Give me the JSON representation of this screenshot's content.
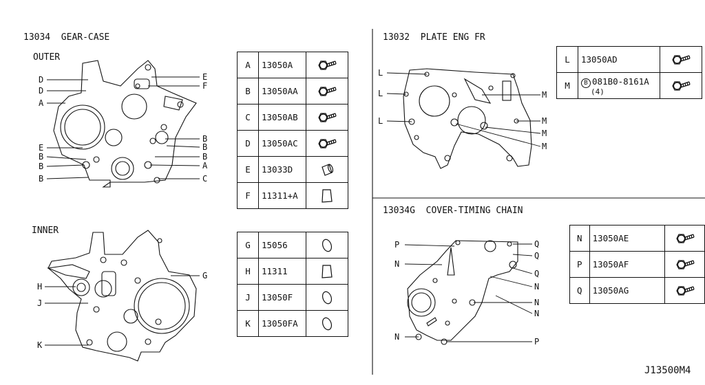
{
  "sections": {
    "gear_case": {
      "code": "13034",
      "name": "GEAR-CASE",
      "outer": "OUTER",
      "inner": "INNER"
    },
    "plate": {
      "code": "13032",
      "name": "PLATE ENG FR"
    },
    "cover": {
      "code": "13034G",
      "name": "COVER-TIMING CHAIN"
    }
  },
  "diagram_code": "J13500M4",
  "parts": {
    "table1": [
      {
        "key": "A",
        "num": "13050A",
        "icon": "bolt-icon"
      },
      {
        "key": "B",
        "num": "13050AA",
        "icon": "bolt-icon"
      },
      {
        "key": "C",
        "num": "13050AB",
        "icon": "bolt-icon"
      },
      {
        "key": "D",
        "num": "13050AC",
        "icon": "bolt-icon"
      },
      {
        "key": "E",
        "num": "13033D",
        "icon": "dowel-pin-icon"
      },
      {
        "key": "F",
        "num": "11311+A",
        "icon": "gasket-icon"
      }
    ],
    "table2": [
      {
        "key": "G",
        "num": "15056",
        "icon": "o-ring-icon"
      },
      {
        "key": "H",
        "num": "11311",
        "icon": "gasket-icon"
      },
      {
        "key": "J",
        "num": "13050F",
        "icon": "o-ring-icon"
      },
      {
        "key": "K",
        "num": "13050FA",
        "icon": "o-ring-icon"
      }
    ],
    "table3": [
      {
        "key": "L",
        "num": "13050AD",
        "icon": "bolt-icon"
      },
      {
        "key": "M",
        "num": "081B0-8161A",
        "prefix": "B",
        "qty": "(4)",
        "icon": "bolt-icon"
      }
    ],
    "table4": [
      {
        "key": "N",
        "num": "13050AE",
        "icon": "bolt-icon"
      },
      {
        "key": "P",
        "num": "13050AF",
        "icon": "bolt-icon"
      },
      {
        "key": "Q",
        "num": "13050AG",
        "icon": "bolt-icon"
      }
    ]
  },
  "callouts": {
    "outer_left": [
      "D",
      "D",
      "A",
      "E",
      "B",
      "B",
      "B"
    ],
    "outer_right": [
      "E",
      "F",
      "B",
      "B",
      "B",
      "A",
      "C"
    ],
    "inner_left": [
      "H",
      "J",
      "K"
    ],
    "inner_right": [
      "G"
    ],
    "plate_left": [
      "L",
      "L",
      "L"
    ],
    "plate_right": [
      "M",
      "M",
      "M",
      "M"
    ],
    "cover_left": [
      "P",
      "N",
      "N"
    ],
    "cover_right": [
      "Q",
      "Q",
      "Q",
      "N",
      "N",
      "N",
      "P"
    ]
  }
}
